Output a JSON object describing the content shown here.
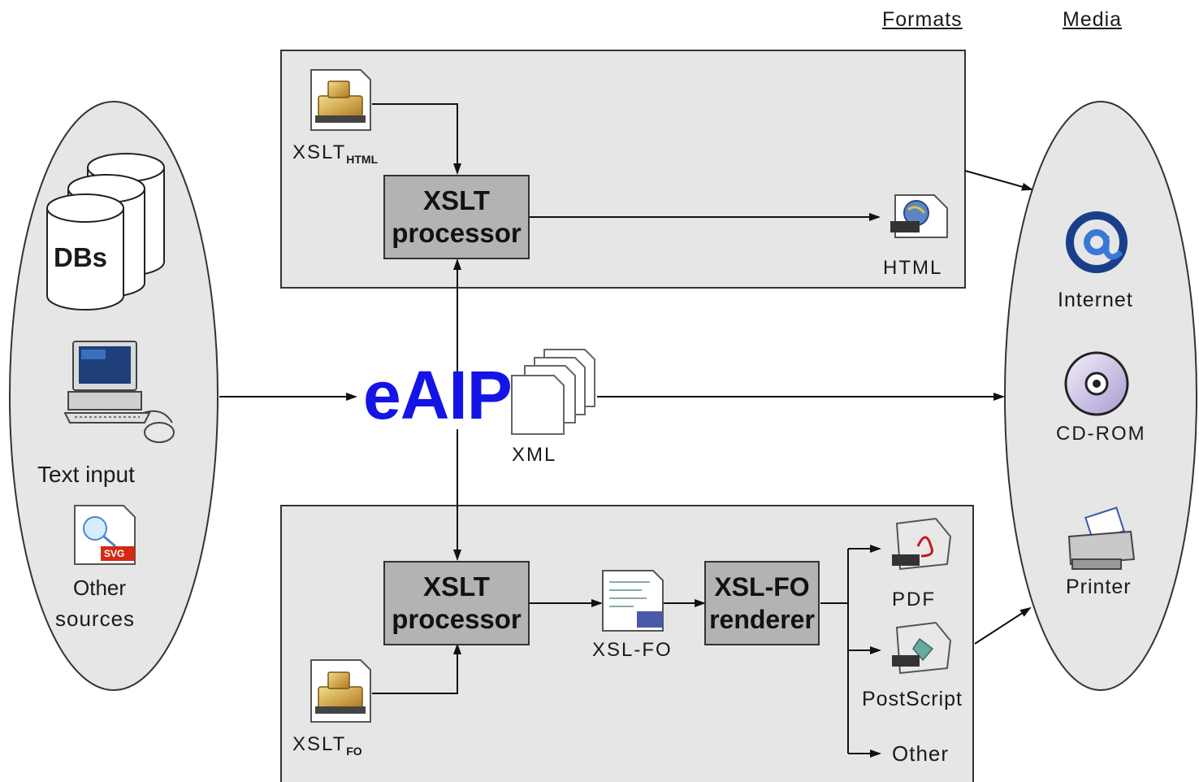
{
  "headers": {
    "formats": "Formats",
    "media": "Media"
  },
  "sources": {
    "databases": "DBs",
    "text_input": "Text input",
    "other_sources_line1": "Other",
    "other_sources_line2": "sources",
    "svg_badge": "SVG"
  },
  "center": {
    "logo": "eAIP",
    "xml_label": "XML"
  },
  "html_branch": {
    "stylesheet": "XSLT",
    "stylesheet_sub": "HTML",
    "processor_line1": "XSLT",
    "processor_line2": "processor",
    "output": "HTML"
  },
  "print_branch": {
    "stylesheet": "XSLT",
    "stylesheet_sub": "FO",
    "processor_line1": "XSLT",
    "processor_line2": "processor",
    "intermediate": "XSL-FO",
    "renderer_line1": "XSL-FO",
    "renderer_line2": "renderer",
    "outputs": [
      "PDF",
      "PostScript",
      "Other"
    ]
  },
  "media": {
    "internet": "Internet",
    "cdrom": "CD-ROM",
    "printer": "Printer"
  },
  "colors": {
    "panel": "#e6e6e6",
    "processor": "#b3b3b3",
    "logo": "#1414e6",
    "line": "#111111"
  },
  "icons": [
    "database-icon",
    "computer-icon",
    "svg-file-icon",
    "xslt-stylesheet-icon",
    "xml-documents-icon",
    "html-file-icon",
    "xslfo-file-icon",
    "pdf-file-icon",
    "postscript-file-icon",
    "at-sign-icon",
    "cd-rom-icon",
    "printer-icon"
  ]
}
